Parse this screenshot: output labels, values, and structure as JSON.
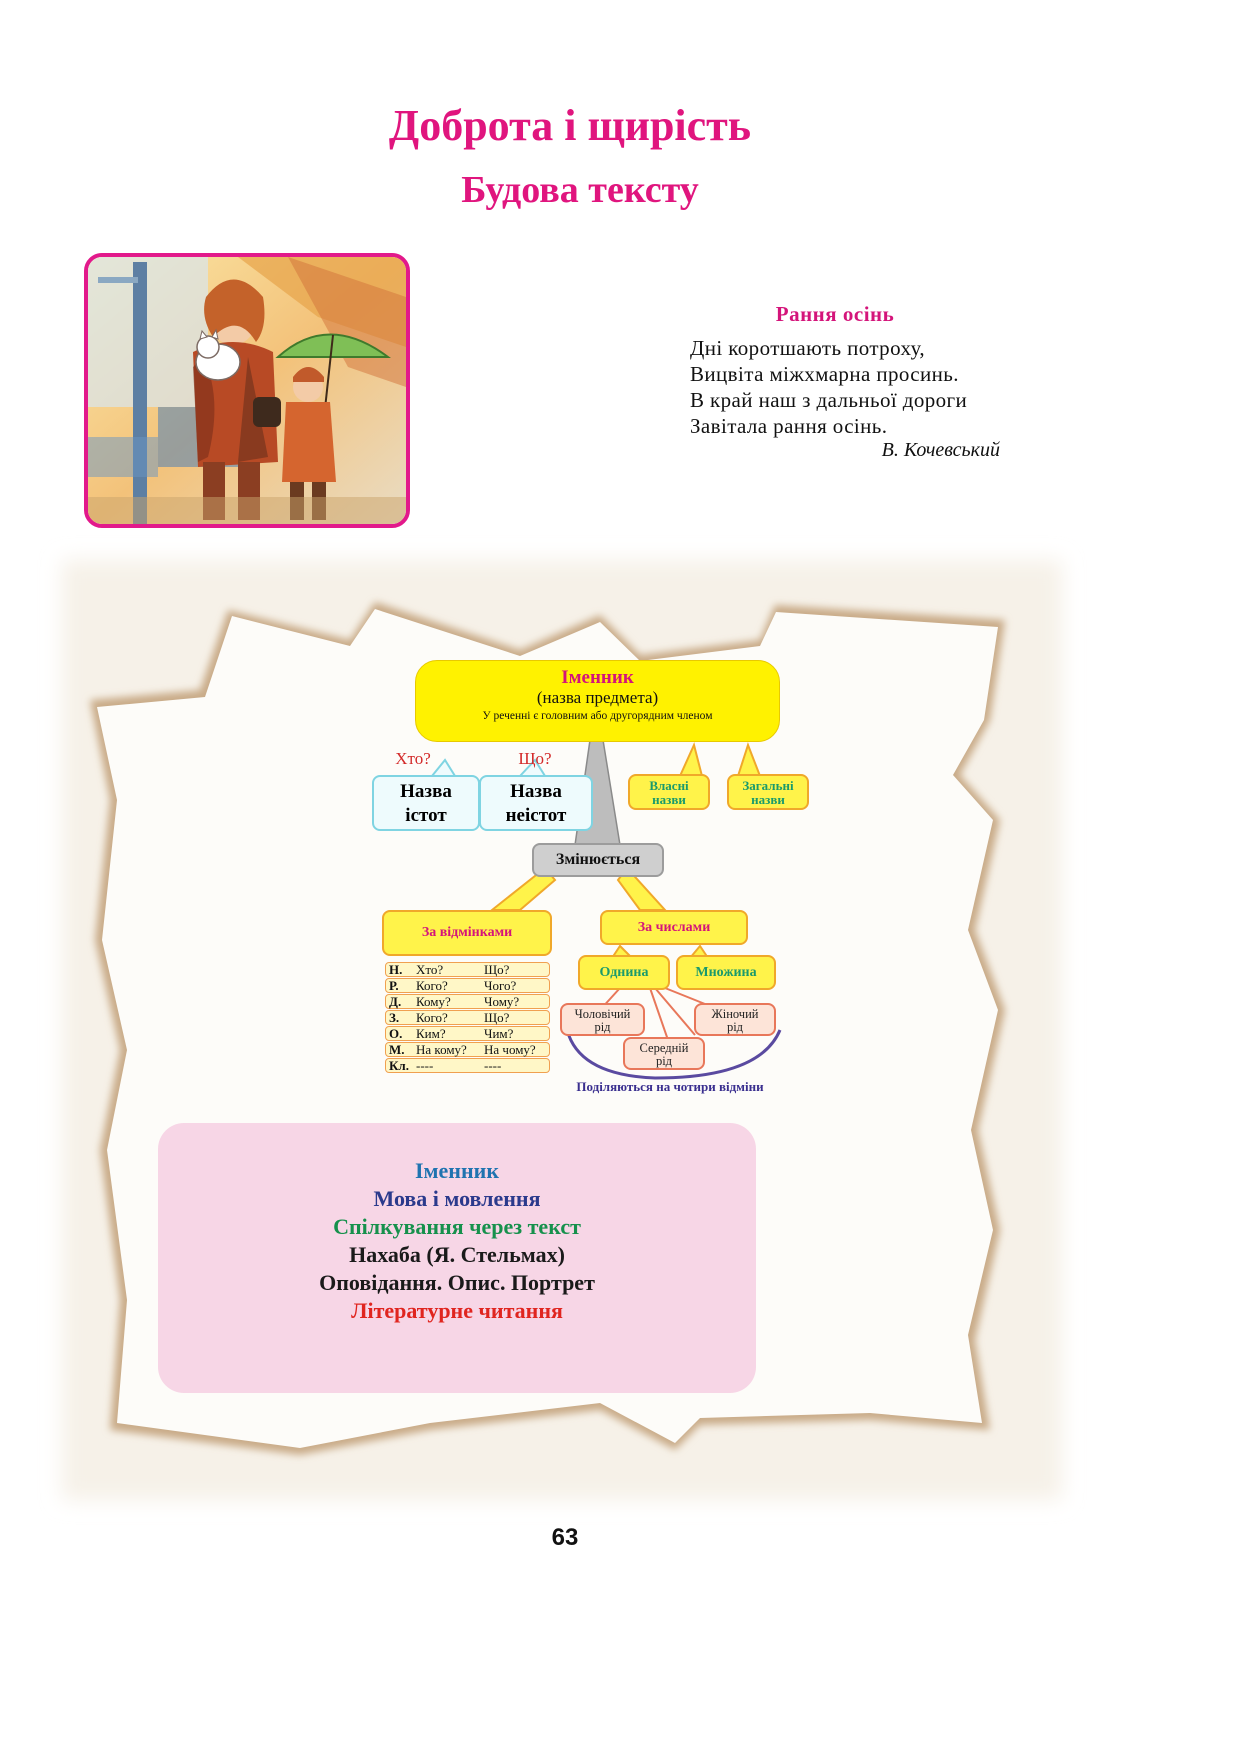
{
  "page": {
    "title": "Доброта і щирість",
    "subtitle": "Будова тексту",
    "page_number": "63"
  },
  "poem": {
    "title": "Рання осінь",
    "lines": [
      "Дні коротшають потроху,",
      "Вицвіта міжхмарна просинь.",
      "В край наш з дальньої дороги",
      "Завітала рання осінь."
    ],
    "author": "В. Кочевський"
  },
  "scheme": {
    "noun_title": "Іменник",
    "noun_subtitle": "(назва предмета)",
    "noun_note": "У реченні є головним або другорядним членом",
    "q_who": "Хто?",
    "q_what": "Що?",
    "animate_line1": "Назва",
    "animate_line2": "істот",
    "inanimate_line1": "Назва",
    "inanimate_line2": "неістот",
    "proper_line1": "Власні",
    "proper_line2": "назви",
    "common_line1": "Загальні",
    "common_line2": "назви",
    "changes": "Змінюється",
    "by_cases": "За відмінками",
    "by_numbers": "За числами",
    "singular": "Однина",
    "plural": "Множина",
    "masc_line1": "Чоловічий",
    "masc_line2": "рід",
    "fem_line1": "Жіночий",
    "fem_line2": "рід",
    "neut_line1": "Середній",
    "neut_line2": "рід",
    "declensions_note": "Поділяються на чотири відміни",
    "cases": [
      {
        "abbr": "Н.",
        "q1": "Хто?",
        "q2": "Що?"
      },
      {
        "abbr": "Р.",
        "q1": "Кого?",
        "q2": "Чого?"
      },
      {
        "abbr": "Д.",
        "q1": "Кому?",
        "q2": "Чому?"
      },
      {
        "abbr": "З.",
        "q1": "Кого?",
        "q2": "Що?"
      },
      {
        "abbr": "О.",
        "q1": "Ким?",
        "q2": "Чим?"
      },
      {
        "abbr": "М.",
        "q1": "На кому?",
        "q2": "На чому?"
      },
      {
        "abbr": "Кл.",
        "q1": "----",
        "q2": "----"
      }
    ]
  },
  "topics": [
    {
      "text": "Іменник",
      "color": "#1f73b0"
    },
    {
      "text": "Мова і мовлення",
      "color": "#2b3a8c"
    },
    {
      "text": "Спілкування через текст",
      "color": "#16914c"
    },
    {
      "text": "Нахаба (Я. Стельмах)",
      "color": "#1a1a1a"
    },
    {
      "text": "Оповідання. Опис. Портрет",
      "color": "#1a1a1a"
    },
    {
      "text": "Літературне читання",
      "color": "#e0251f"
    }
  ],
  "colors": {
    "accent": "#e0157e",
    "pink_box": "#f7d6e6",
    "yellow": "#fff200"
  }
}
